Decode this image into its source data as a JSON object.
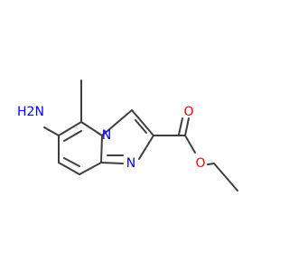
{
  "colors": {
    "carbon_bonds": "#3f3f3f",
    "nitrogen": "#0000ff",
    "oxygen": "#ff0000",
    "background": "#ffffff"
  },
  "atoms": {
    "amine": "H2N",
    "ring_nitrogen_bridgehead": "N",
    "ring_nitrogen_imine": "N",
    "carbonyl_oxygen": "O",
    "ester_oxygen": "O"
  }
}
